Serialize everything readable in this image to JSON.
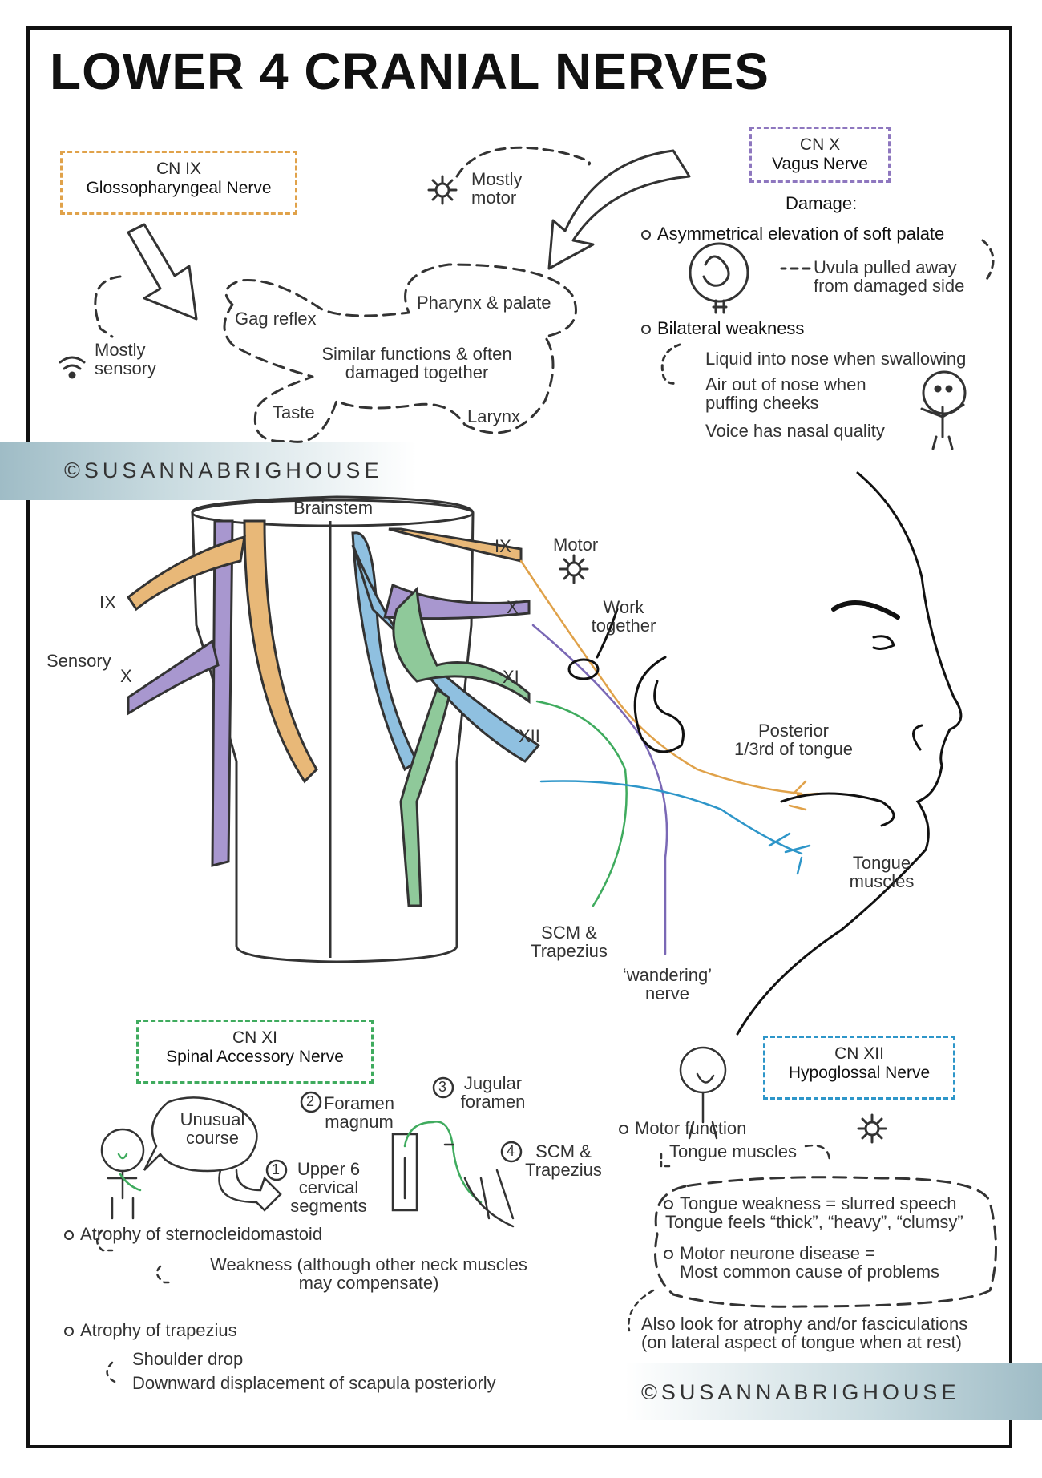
{
  "title": "LOWER 4 CRANIAL NERVES",
  "copyright": "©SUSANNABRIGHOUSE",
  "cn_ix_box": {
    "line1": "CN IX",
    "line2": "Glossopharyngeal Nerve"
  },
  "cn_x_box": {
    "line1": "CN X",
    "line2": "Vagus Nerve"
  },
  "cn_xi_box": {
    "line1": "CN XI",
    "line2": "Spinal Accessory Nerve"
  },
  "cn_xii_box": {
    "line1": "CN XII",
    "line2": "Hypoglossal Nerve"
  },
  "top": {
    "mostly_sensory": [
      "Mostly",
      "sensory"
    ],
    "mostly_motor": [
      "Mostly",
      "motor"
    ],
    "cloud_gag": "Gag reflex",
    "cloud_pharynx": "Pharynx & palate",
    "cloud_center": [
      "Similar functions & often",
      "damaged together"
    ],
    "cloud_taste": "Taste",
    "cloud_larynx": "Larynx"
  },
  "vagus": {
    "damage_heading": "Damage:",
    "asym": "Asymmetrical elevation of soft palate",
    "uvula": [
      "Uvula pulled away",
      "from damaged side"
    ],
    "bilateral": "Bilateral weakness",
    "items": [
      "Liquid into nose when swallowing",
      "Air out of nose when",
      "puffing cheeks",
      "Voice has nasal quality"
    ]
  },
  "diagram": {
    "brainstem": "Brainstem",
    "ix_left": "IX",
    "sensory": "Sensory",
    "x_left": "X",
    "ix_right": "IX",
    "x_right": "X",
    "xi_right": "XI",
    "xii_right": "XII",
    "motor": "Motor",
    "work_together": [
      "Work",
      "together"
    ],
    "posterior": [
      "Posterior",
      "1/3rd of tongue"
    ],
    "tongue_muscles": [
      "Tongue",
      "muscles"
    ],
    "scm": [
      "SCM &",
      "Trapezius"
    ],
    "wandering": [
      "‘wandering’",
      "nerve"
    ]
  },
  "accessory": {
    "unusual": [
      "Unusual",
      "course"
    ],
    "step1": [
      "Upper 6",
      "cervical",
      "segments"
    ],
    "step2": [
      "Foramen",
      "magnum"
    ],
    "step3": [
      "Jugular",
      "foramen"
    ],
    "step4": [
      "SCM &",
      "Trapezius"
    ],
    "n1": "1",
    "n2": "2",
    "n3": "3",
    "n4": "4",
    "atrophy_scm": "Atrophy of sternocleidomastoid",
    "weakness": [
      "Weakness (although other neck muscles",
      "may compensate)"
    ],
    "atrophy_trap": "Atrophy of trapezius",
    "shoulder": "Shoulder drop",
    "scapula": "Downward displacement of scapula posteriorly"
  },
  "hypoglossal": {
    "motor_fn": "Motor function",
    "tongue_muscles": "Tongue muscles",
    "weakness": [
      "Tongue weakness = slurred speech",
      "Tongue feels “thick”, “heavy”, “clumsy”"
    ],
    "mnd": [
      "Motor neurone disease =",
      "Most common cause of problems"
    ],
    "also": [
      "Also look for atrophy and/or fasciculations",
      "(on lateral aspect of tongue when at rest)"
    ]
  },
  "colors": {
    "ix": "#e8b878",
    "x": "#a897cf",
    "xi": "#8fc99a",
    "xii": "#8fc0e0",
    "ix_line": "#e0a24a",
    "x_line": "#7a68b5",
    "xi_line": "#3fab5e",
    "xii_line": "#2e96c9"
  }
}
